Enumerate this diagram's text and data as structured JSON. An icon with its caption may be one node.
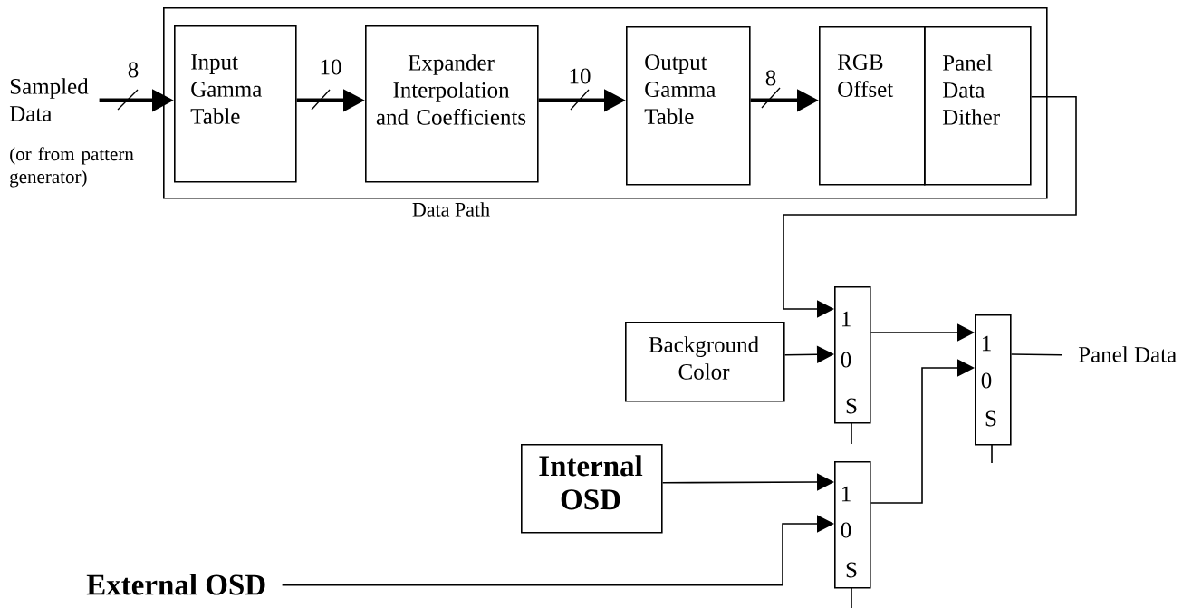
{
  "diagram": {
    "nodes": [
      {
        "text": [
          "Data Path"
        ]
      },
      {
        "text": [
          "Sampled Data",
          "(or from pattern generator)"
        ]
      },
      {
        "text": [
          "Input Gamma Table"
        ],
        "in": 0
      },
      {
        "text": [
          "Expander Interpolation and Coefficients"
        ],
        "in": 0
      },
      {
        "text": [
          "Output Gamma Table"
        ],
        "in": 0
      },
      {
        "text": [
          "RGB Offset"
        ],
        "in": 0
      },
      {
        "text": [
          "Panel Data Dither"
        ],
        "in": 0
      },
      {
        "text": [
          "Background Color"
        ]
      },
      {
        "text": [
          "1",
          "0",
          "S"
        ]
      },
      {
        "text": [
          "1",
          "0",
          "S"
        ]
      },
      {
        "text": [
          "Internal OSD"
        ]
      },
      {
        "text": [
          "1",
          "0",
          "S"
        ]
      },
      {
        "text": [
          "External OSD"
        ]
      },
      {
        "text": [
          "Panel Data"
        ]
      }
    ],
    "edges": [
      {
        "from": 1,
        "to": 2,
        "arrow": "to",
        "label": "8",
        "style": "thick"
      },
      {
        "from": 2,
        "to": 3,
        "arrow": "to",
        "label": "10",
        "style": "thick"
      },
      {
        "from": 3,
        "to": 4,
        "arrow": "to",
        "label": "10",
        "style": "thick"
      },
      {
        "from": 4,
        "to": 5,
        "arrow": "to",
        "label": "8",
        "style": "thick"
      },
      {
        "from": 6,
        "to": 8,
        "arrow": "to"
      },
      {
        "from": 7,
        "to": 8,
        "arrow": "to"
      },
      {
        "from": 8,
        "to": 9,
        "arrow": "to"
      },
      {
        "from": 10,
        "to": 11,
        "arrow": "to"
      },
      {
        "from": 12,
        "to": 11,
        "arrow": "to"
      },
      {
        "from": 11,
        "to": 9,
        "arrow": "to"
      },
      {
        "from": 9,
        "to": 13,
        "arrow": "none"
      }
    ]
  }
}
